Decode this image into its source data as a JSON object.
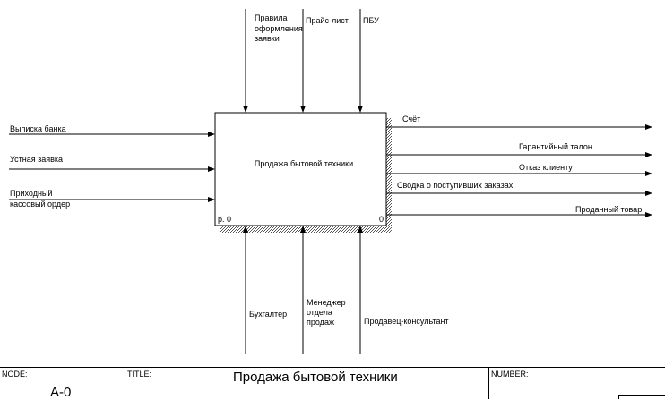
{
  "diagram": {
    "activity": {
      "title": "Продажа бытовой техники",
      "cost": "р. 0",
      "number": "0"
    },
    "inputs": [
      {
        "id": "input-bank-statement",
        "lines": [
          "Выписка банка"
        ]
      },
      {
        "id": "input-oral-request",
        "lines": [
          "Устная заявка"
        ]
      },
      {
        "id": "input-receipt-order",
        "lines": [
          "Приходный",
          "кассовый ордер"
        ]
      }
    ],
    "controls": [
      {
        "id": "control-rules",
        "lines": [
          "Правила",
          "оформления",
          "заявки"
        ]
      },
      {
        "id": "control-price-list",
        "lines": [
          "Прайс-лист"
        ]
      },
      {
        "id": "control-pbu",
        "lines": [
          "ПБУ"
        ]
      }
    ],
    "outputs": [
      {
        "id": "output-invoice",
        "lines": [
          "Счёт"
        ]
      },
      {
        "id": "output-warranty",
        "lines": [
          "Гарантийный талон"
        ]
      },
      {
        "id": "output-refusal",
        "lines": [
          "Отказ клиенту"
        ]
      },
      {
        "id": "output-summary",
        "lines": [
          "Сводка о поступивших заказах"
        ]
      },
      {
        "id": "output-sold-goods",
        "lines": [
          "Проданный товар"
        ]
      }
    ],
    "mechanisms": [
      {
        "id": "mechanism-accountant",
        "lines": [
          "Бухгалтер"
        ]
      },
      {
        "id": "mechanism-manager",
        "lines": [
          "Менеджер",
          "отдела",
          "продаж"
        ]
      },
      {
        "id": "mechanism-consultant",
        "lines": [
          "Продавец-консультант"
        ]
      }
    ]
  },
  "frame": {
    "node_caption": "NODE:",
    "node_value": "A-0",
    "title_caption": "TITLE:",
    "title_value": "Продажа бытовой техники",
    "number_caption": "NUMBER:"
  }
}
